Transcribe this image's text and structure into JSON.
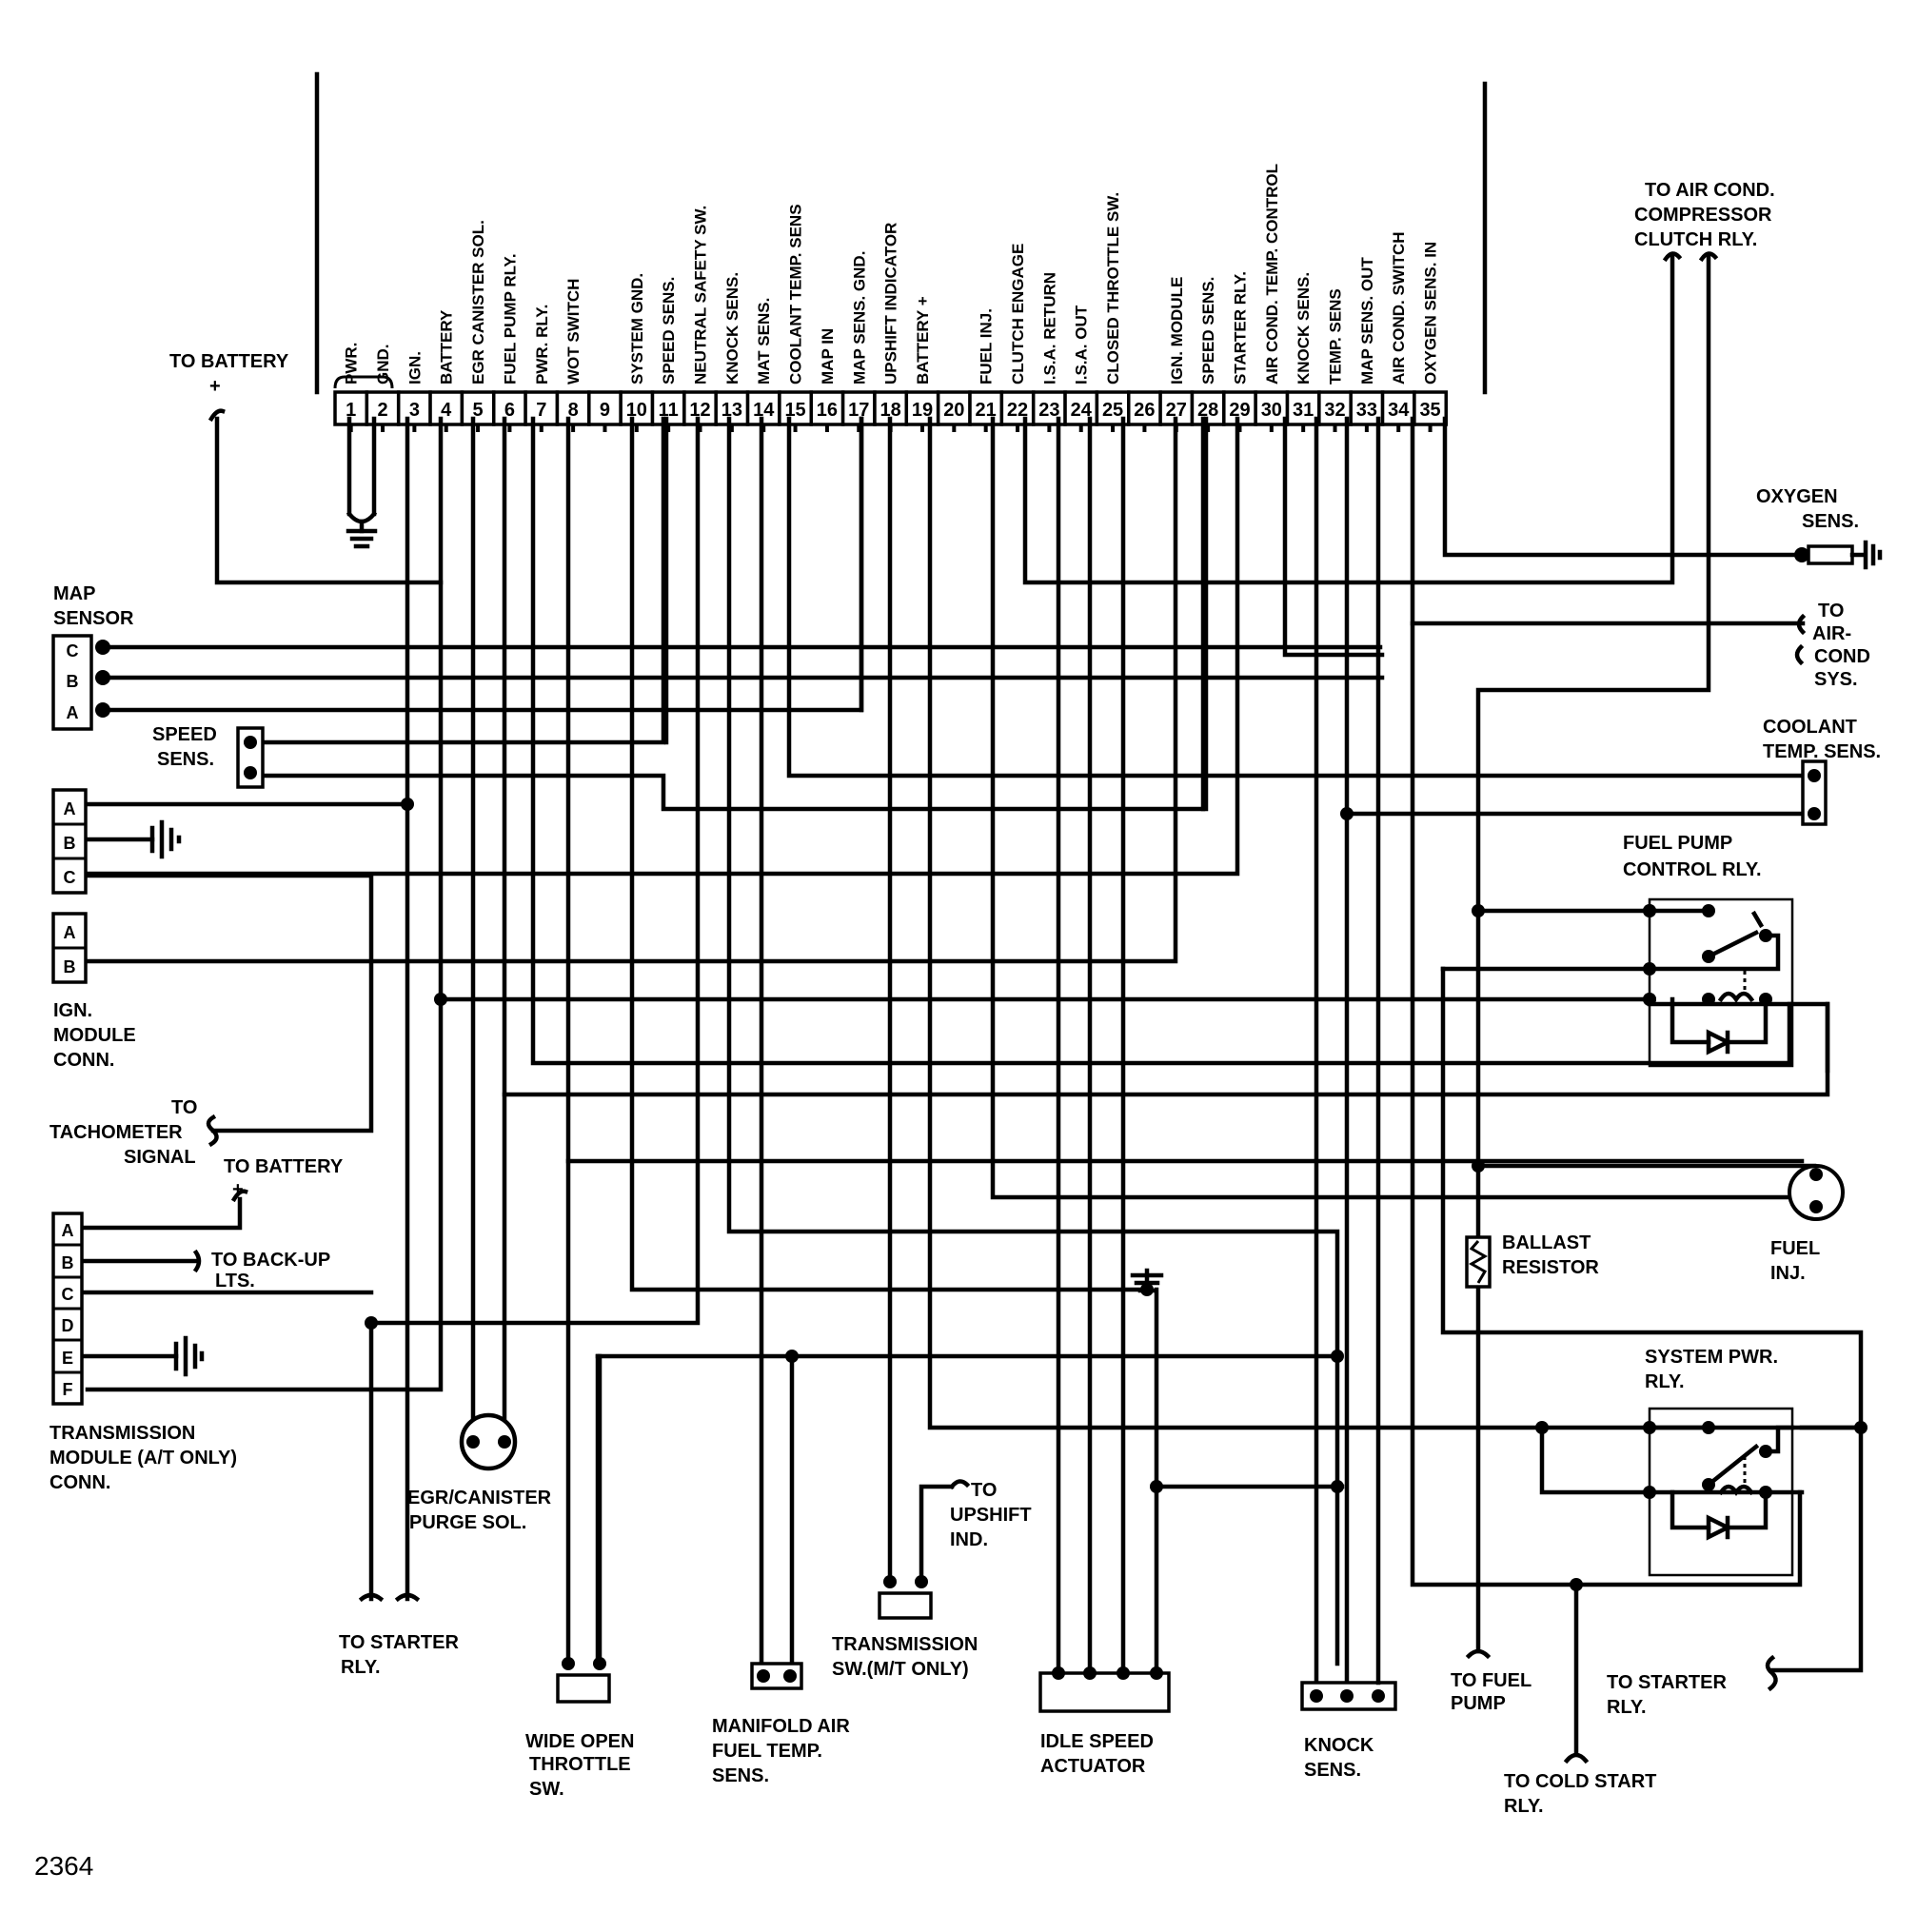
{
  "figure_number": "2364",
  "connector": {
    "pins": [
      {
        "n": "1",
        "name": "PWR."
      },
      {
        "n": "2",
        "name": "GND."
      },
      {
        "n": "3",
        "name": "IGN."
      },
      {
        "n": "4",
        "name": "BATTERY"
      },
      {
        "n": "5",
        "name": "EGR CANISTER SOL."
      },
      {
        "n": "6",
        "name": "FUEL PUMP RLY."
      },
      {
        "n": "7",
        "name": "PWR. RLY."
      },
      {
        "n": "8",
        "name": "WOT SWITCH"
      },
      {
        "n": "9",
        "name": ""
      },
      {
        "n": "10",
        "name": "SYSTEM GND."
      },
      {
        "n": "11",
        "name": "SPEED SENS."
      },
      {
        "n": "12",
        "name": "NEUTRAL SAFETY SW."
      },
      {
        "n": "13",
        "name": "KNOCK SENS."
      },
      {
        "n": "14",
        "name": "MAT SENS."
      },
      {
        "n": "15",
        "name": "COOLANT TEMP. SENS"
      },
      {
        "n": "16",
        "name": "MAP IN"
      },
      {
        "n": "17",
        "name": "MAP SENS. GND."
      },
      {
        "n": "18",
        "name": "UPSHIFT INDICATOR"
      },
      {
        "n": "19",
        "name": "BATTERY +"
      },
      {
        "n": "20",
        "name": ""
      },
      {
        "n": "21",
        "name": "FUEL INJ."
      },
      {
        "n": "22",
        "name": "CLUTCH ENGAGE"
      },
      {
        "n": "23",
        "name": "I.S.A. RETURN"
      },
      {
        "n": "24",
        "name": "I.S.A. OUT"
      },
      {
        "n": "25",
        "name": "CLOSED THROTTLE SW."
      },
      {
        "n": "26",
        "name": ""
      },
      {
        "n": "27",
        "name": "IGN. MODULE"
      },
      {
        "n": "28",
        "name": "SPEED SENS."
      },
      {
        "n": "29",
        "name": "STARTER RLY."
      },
      {
        "n": "30",
        "name": "AIR COND. TEMP. CONTROL"
      },
      {
        "n": "31",
        "name": "KNOCK SENS."
      },
      {
        "n": "32",
        "name": "TEMP. SENS"
      },
      {
        "n": "33",
        "name": "MAP SENS.  OUT"
      },
      {
        "n": "34",
        "name": "AIR COND. SWITCH"
      },
      {
        "n": "35",
        "name": "OXYGEN SENS. IN"
      }
    ]
  },
  "labels": {
    "to_battery_top": "TO BATTERY",
    "plus": "+",
    "map_sensor": [
      "MAP",
      "SENSOR"
    ],
    "map_pins": [
      "C",
      "B",
      "A"
    ],
    "speed_sens": [
      "SPEED",
      "SENS."
    ],
    "ign_module_conn": [
      "IGN.",
      "MODULE",
      "CONN."
    ],
    "ign_pins_1": [
      "A",
      "B",
      "C"
    ],
    "ign_pins_2": [
      "A",
      "B"
    ],
    "to_tachometer": [
      "TO",
      "TACHOMETER",
      "SIGNAL"
    ],
    "to_battery_mid": "TO BATTERY",
    "trans_pins": [
      "A",
      "B",
      "C",
      "D",
      "E",
      "F"
    ],
    "to_backup": [
      "TO BACK-UP",
      "LTS."
    ],
    "transmission_module": [
      "TRANSMISSION",
      "MODULE (A/T ONLY)",
      "CONN."
    ],
    "to_starter_rly_left": [
      "TO STARTER",
      "RLY."
    ],
    "egr_canister": [
      "EGR/CANISTER",
      "PURGE SOL."
    ],
    "wide_open_throttle": [
      "WIDE OPEN",
      "THROTTLE",
      "SW."
    ],
    "manifold_air": [
      "MANIFOLD AIR",
      "FUEL TEMP.",
      "SENS."
    ],
    "to_upshift": [
      "TO",
      "UPSHIFT",
      "IND."
    ],
    "transmission_sw": [
      "TRANSMISSION",
      "SW.(M/T ONLY)"
    ],
    "idle_speed_actuator": [
      "IDLE SPEED",
      "ACTUATOR"
    ],
    "knock_sens": [
      "KNOCK",
      "SENS."
    ],
    "to_fuel_pump": [
      "TO FUEL",
      "PUMP"
    ],
    "to_cold_start": [
      "TO COLD START",
      "RLY."
    ],
    "to_starter_rly_right": [
      "TO STARTER",
      "RLY."
    ],
    "system_pwr_rly": [
      "SYSTEM PWR.",
      "RLY."
    ],
    "ballast_resistor": [
      "BALLAST",
      "RESISTOR"
    ],
    "fuel_inj": [
      "FUEL",
      "INJ."
    ],
    "fuel_pump_control": [
      "FUEL PUMP",
      "CONTROL RLY."
    ],
    "coolant_temp": [
      "COOLANT",
      "TEMP. SENS."
    ],
    "to_air_cond_sys": [
      "TO",
      "AIR-",
      "COND",
      "SYS."
    ],
    "oxygen_sens": [
      "OXYGEN",
      "SENS."
    ],
    "to_air_cond_comp": [
      "TO AIR COND.",
      "COMPRESSOR",
      "CLUTCH RLY."
    ]
  }
}
